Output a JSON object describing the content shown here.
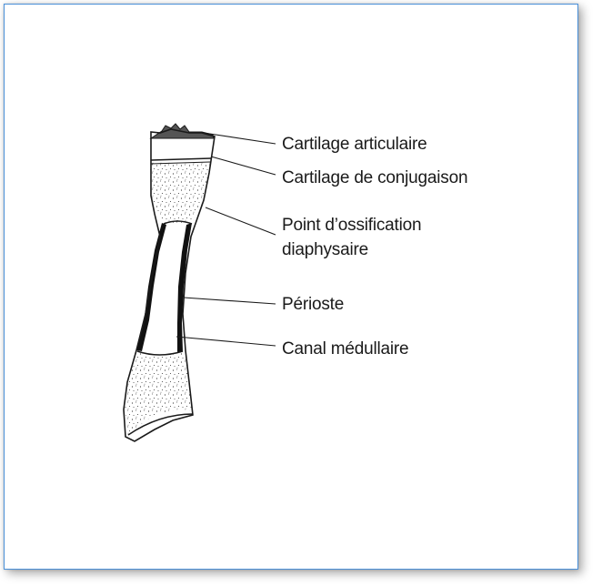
{
  "labels": {
    "cartilage_articulaire": "Cartilage articulaire",
    "cartilage_conjugaison": "Cartilage de conjugaison",
    "point_ossification_line1": "Point d’ossification",
    "point_ossification_line2": "diaphysaire",
    "perioste": "Périoste",
    "canal_medullaire": "Canal médullaire"
  },
  "colors": {
    "frame_border": "#4a90d9",
    "ink": "#1a1a1a"
  }
}
